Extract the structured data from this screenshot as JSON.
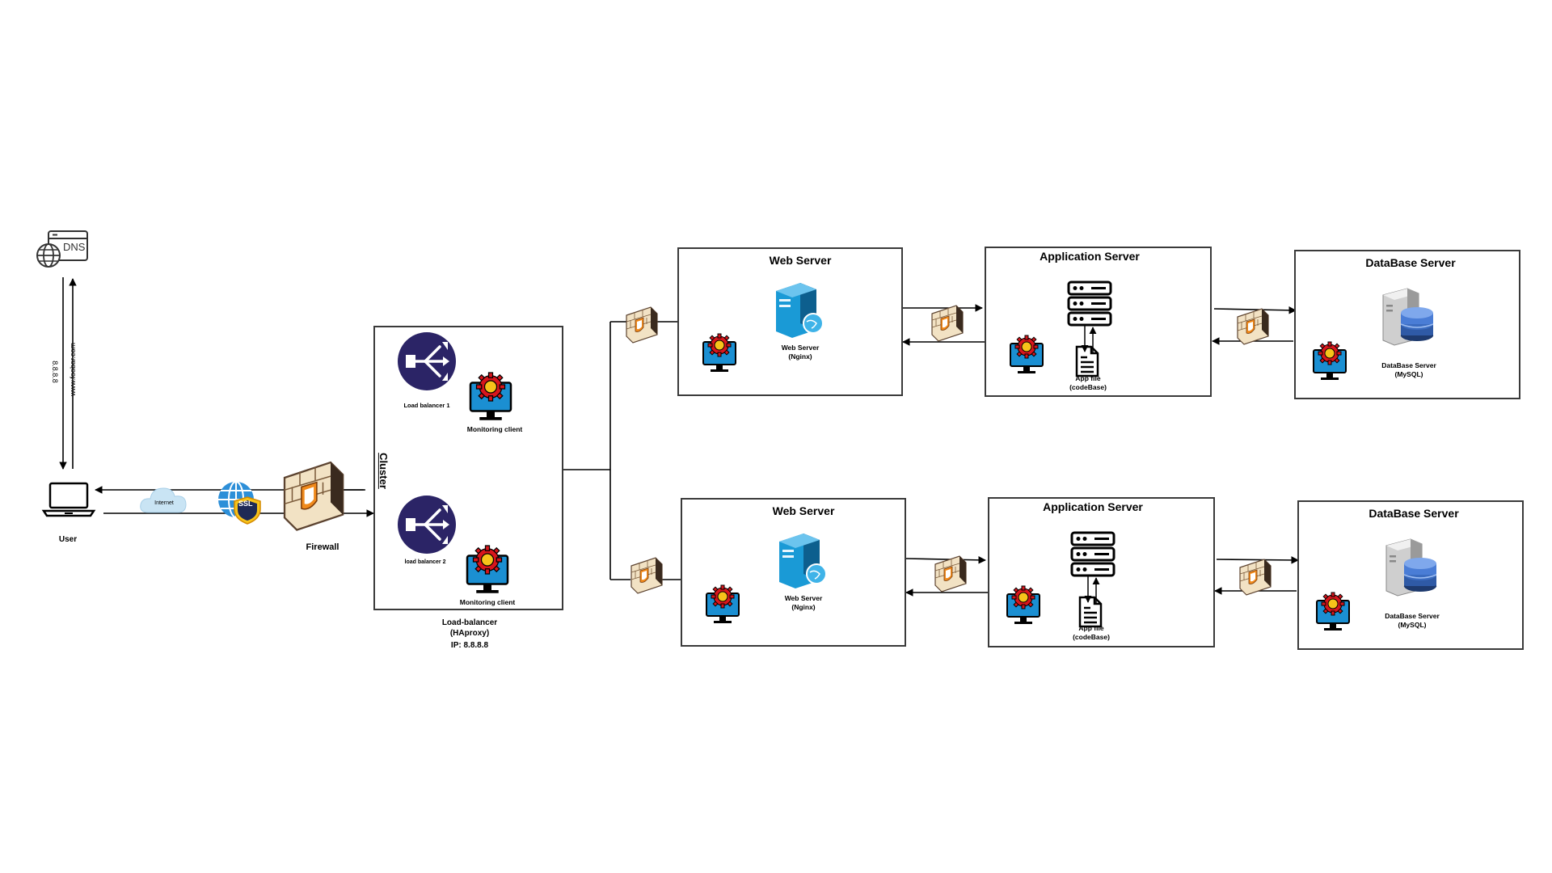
{
  "dns": {
    "label": "DNS",
    "ip": "8.8.8.8",
    "domain": "www.foobar.com"
  },
  "user": {
    "label": "User"
  },
  "internet": {
    "label": "Internet"
  },
  "ssl": {
    "label": "SSL"
  },
  "firewall": {
    "label": "Firewall"
  },
  "cluster": {
    "label": "Cluster",
    "lb1_label": "Load balancer 1",
    "lb2_label": "load balancer 2",
    "monitor1_label": "Monitoring client",
    "monitor2_label": "Monitoring client",
    "caption_line1": "Load-balancer",
    "caption_line2": "(HAproxy)",
    "caption_line3": "IP: 8.8.8.8"
  },
  "rows": [
    {
      "web": {
        "title": "Web Server",
        "label_line1": "Web Server",
        "label_line2": "(Nginx)"
      },
      "app": {
        "title": "Application Server",
        "label_line1": "App file",
        "label_line2": "(codeBase)"
      },
      "db": {
        "title": "DataBase Server",
        "label_line1": "DataBase Server",
        "label_line2": "(MySQL)"
      }
    },
    {
      "web": {
        "title": "Web Server",
        "label_line1": "Web Server",
        "label_line2": "(Nginx)"
      },
      "app": {
        "title": "Application Server",
        "label_line1": "App file",
        "label_line2": "(codeBase)"
      },
      "db": {
        "title": "DataBase Server",
        "label_line1": "DataBase Server",
        "label_line2": "(MySQL)"
      }
    }
  ],
  "colors": {
    "lb_navy": "#2b2466",
    "monitor_blue": "#1b8fd2",
    "gear_red": "#d9161c",
    "gear_yellow": "#f7c31a",
    "server_blue": "#1a9ad6",
    "brick": "#f2e2c4",
    "brick_line": "#7a5a3a",
    "shield_orange": "#f08a1c",
    "cloud": "#c9e4f4"
  },
  "icons": [
    "dns-icon",
    "laptop-icon",
    "cloud-icon",
    "ssl-globe-icon",
    "firewall-icon",
    "load-balancer-icon",
    "monitor-gear-icon",
    "web-server-icon",
    "server-rack-icon",
    "document-icon",
    "database-icon"
  ]
}
